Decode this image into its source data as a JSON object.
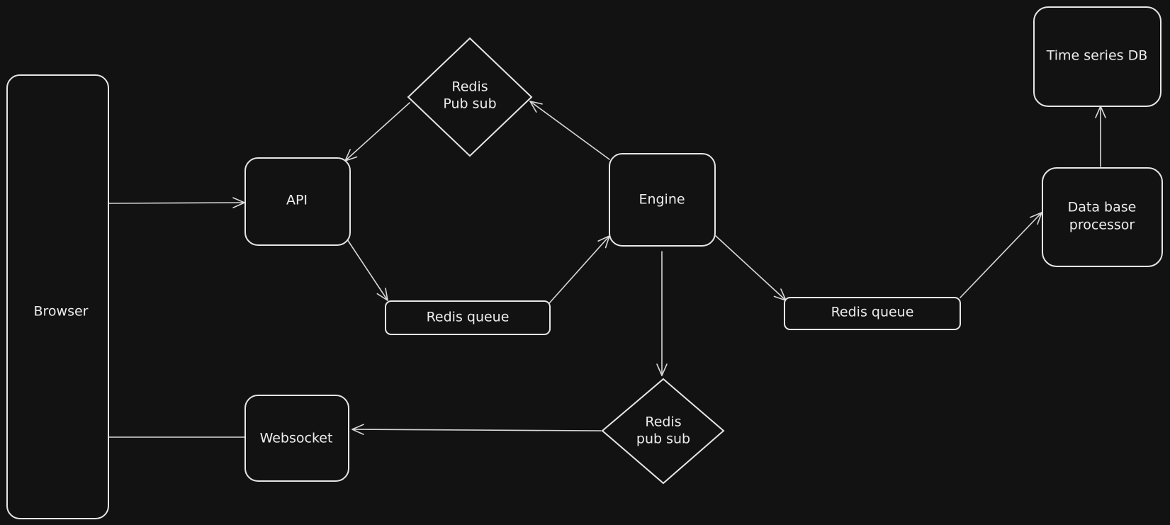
{
  "colors": {
    "background": "#121212",
    "stroke": "#e6e6e6",
    "text": "#ececec"
  },
  "nodes": {
    "browser": {
      "label": "Browser"
    },
    "api": {
      "label": "API"
    },
    "redis_pubsub_top": {
      "line1": "Redis",
      "line2": "Pub sub"
    },
    "engine": {
      "label": "Engine"
    },
    "redis_queue_left": {
      "label": "Redis queue"
    },
    "redis_queue_right": {
      "label": "Redis queue"
    },
    "websocket": {
      "label": "Websocket"
    },
    "redis_pubsub_bottom": {
      "line1": "Redis",
      "line2": "pub sub"
    },
    "db_processor": {
      "line1": "Data base",
      "line2": "processor"
    },
    "time_series_db": {
      "label": "Time series DB"
    }
  }
}
